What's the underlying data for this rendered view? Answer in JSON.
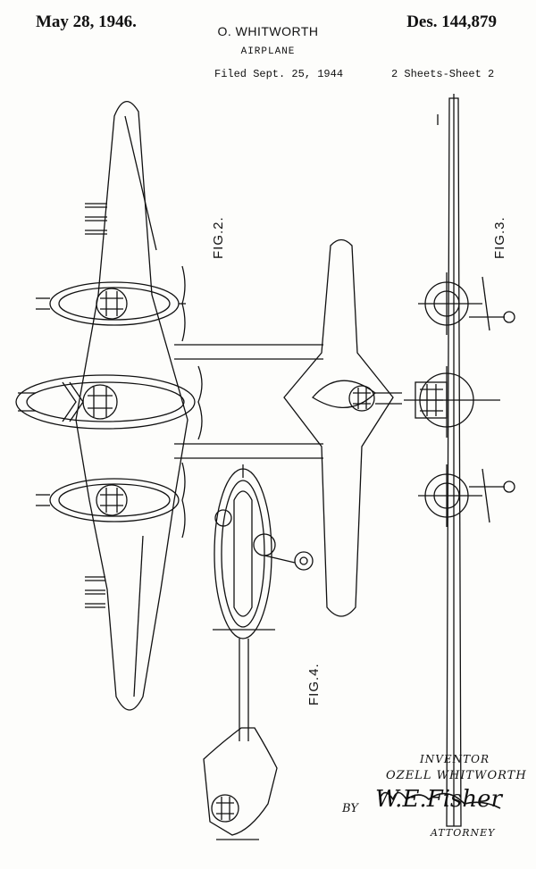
{
  "header": {
    "date": "May 28, 1946.",
    "inventor_name": "O. WHITWORTH",
    "patent_number": "Des. 144,879",
    "title": "AIRPLANE",
    "filed": "Filed Sept. 25, 1944",
    "sheets": "2 Sheets-Sheet 2"
  },
  "figures": {
    "fig2": "FIG.2.",
    "fig3": "FIG.3.",
    "fig4": "FIG.4."
  },
  "signature": {
    "inventor_label": "INVENTOR",
    "inventor_name": "OZELL WHITWORTH",
    "by": "BY",
    "attorney_sig": "W.E.Fisher",
    "attorney_label": "ATTORNEY"
  }
}
